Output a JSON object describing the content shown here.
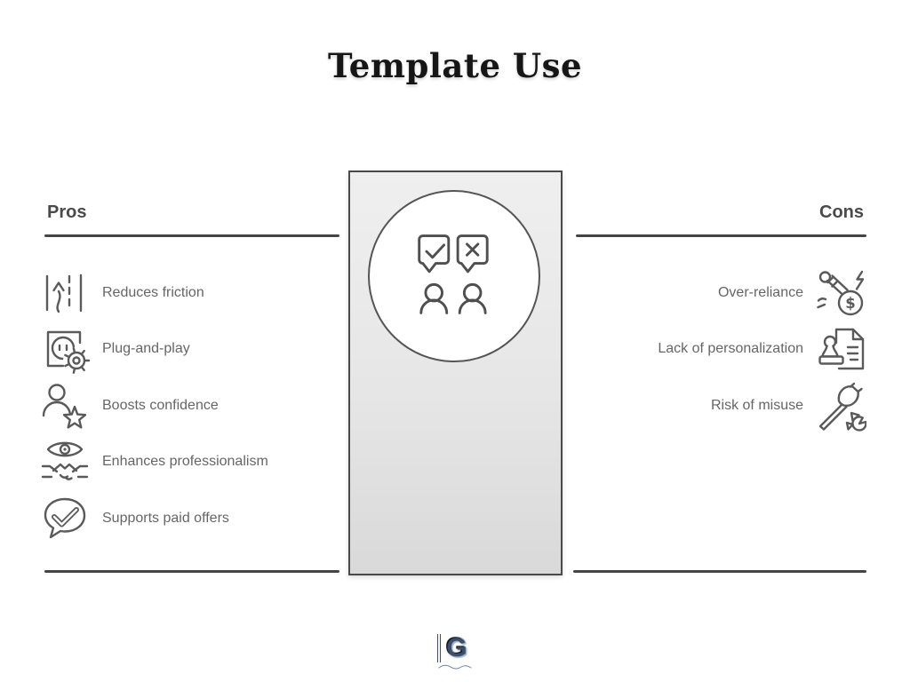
{
  "title": "Template Use",
  "pros": {
    "header": "Pros",
    "items": [
      {
        "label": "Reduces friction",
        "icon": "lane-change-icon"
      },
      {
        "label": "Plug-and-play",
        "icon": "outlet-gear-icon"
      },
      {
        "label": "Boosts confidence",
        "icon": "person-star-icon"
      },
      {
        "label": "Enhances professionalism",
        "icon": "eye-handshake-icon"
      },
      {
        "label": "Supports paid offers",
        "icon": "chat-check-icon"
      }
    ]
  },
  "cons": {
    "header": "Cons",
    "items": [
      {
        "label": "Over-reliance",
        "icon": "gavel-dollar-coin-icon"
      },
      {
        "label": "Lack of personalization",
        "icon": "stamp-document-icon"
      },
      {
        "label": "Risk of misuse",
        "icon": "axe-shatter-icon"
      }
    ]
  },
  "center": {
    "icon": "feedback-bubbles-people-icon"
  },
  "logo": {
    "letter": "G"
  },
  "colors": {
    "title": "#161616",
    "heading": "#4a4a4a",
    "label": "#666666",
    "rule": "#454545",
    "icon_stroke": "#5a5a5a",
    "panel_border": "#4a4a4a",
    "panel_fill_top": "#efefef",
    "panel_fill_bottom": "#d9d9d9",
    "circle_fill": "#ffffff"
  }
}
